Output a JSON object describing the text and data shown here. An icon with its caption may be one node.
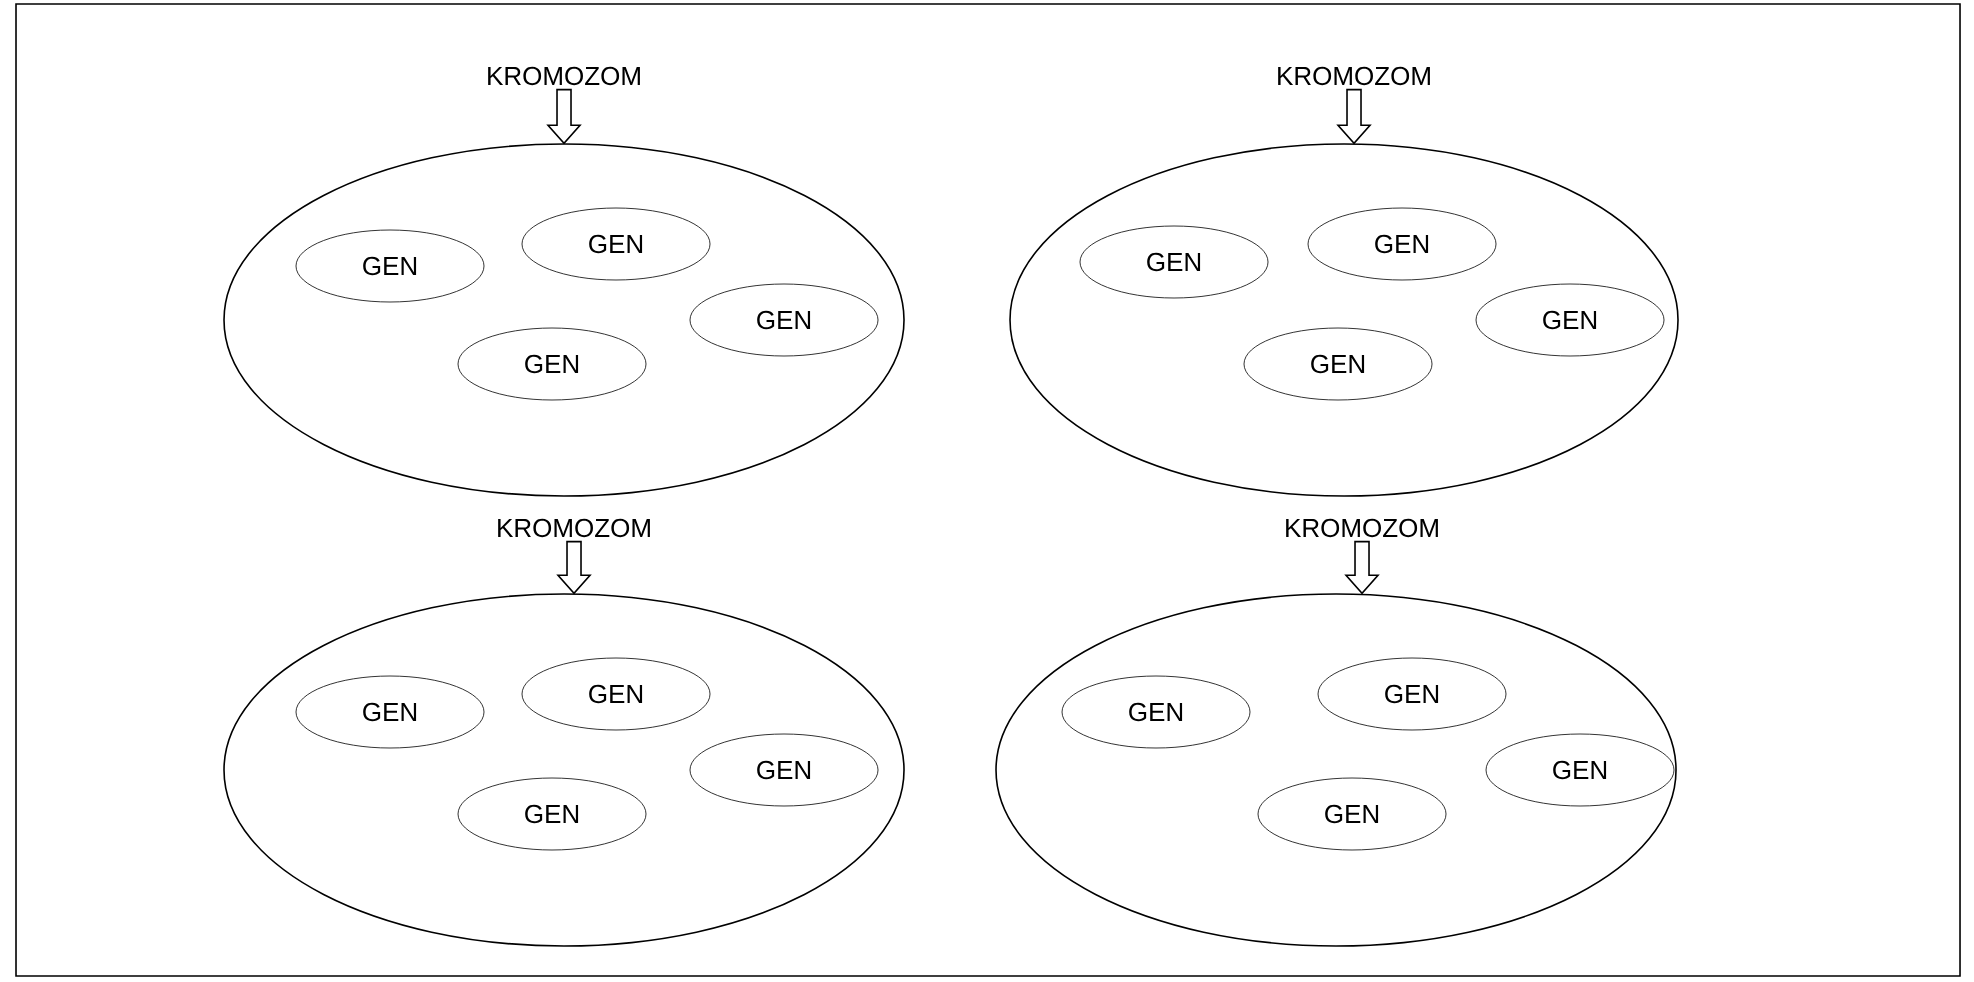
{
  "diagram": {
    "nodes": [
      {
        "text": [
          "KROMOZOM"
        ]
      },
      {
        "text": [],
        "shape": "ellipse"
      },
      {
        "text": [
          "GEN"
        ],
        "in": 1
      },
      {
        "text": [
          "GEN"
        ],
        "in": 1
      },
      {
        "text": [
          "GEN"
        ],
        "in": 1
      },
      {
        "text": [
          "GEN"
        ],
        "in": 1
      },
      {
        "text": [
          "KROMOZOM"
        ]
      },
      {
        "text": [],
        "shape": "ellipse"
      },
      {
        "text": [
          "GEN"
        ],
        "in": 7
      },
      {
        "text": [
          "GEN"
        ],
        "in": 7
      },
      {
        "text": [
          "GEN"
        ],
        "in": 7
      },
      {
        "text": [
          "GEN"
        ],
        "in": 7
      },
      {
        "text": [
          "KROMOZOM"
        ]
      },
      {
        "text": [],
        "shape": "ellipse"
      },
      {
        "text": [
          "GEN"
        ],
        "in": 13
      },
      {
        "text": [
          "GEN"
        ],
        "in": 13
      },
      {
        "text": [
          "GEN"
        ],
        "in": 13
      },
      {
        "text": [
          "GEN"
        ],
        "in": 13
      },
      {
        "text": [
          "KROMOZOM"
        ]
      },
      {
        "text": [],
        "shape": "ellipse"
      },
      {
        "text": [
          "GEN"
        ],
        "in": 19
      },
      {
        "text": [
          "GEN"
        ],
        "in": 19
      },
      {
        "text": [
          "GEN"
        ],
        "in": 19
      },
      {
        "text": [
          "GEN"
        ],
        "in": 19
      }
    ],
    "edges": [
      {
        "from": 0,
        "to": 1,
        "arrow": "to"
      },
      {
        "from": 6,
        "to": 7,
        "arrow": "to"
      },
      {
        "from": 12,
        "to": 13,
        "arrow": "to"
      },
      {
        "from": 18,
        "to": 19,
        "arrow": "to"
      }
    ]
  }
}
